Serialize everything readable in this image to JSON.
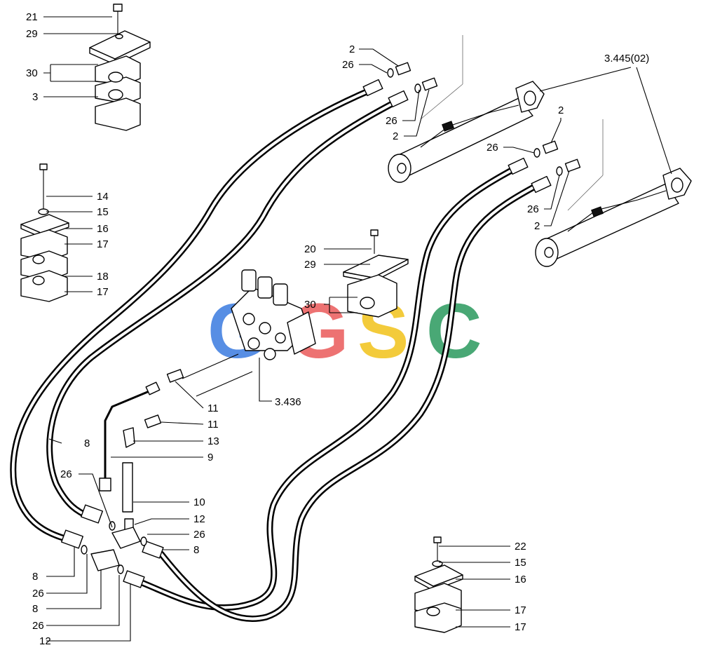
{
  "watermark": {
    "letters": [
      "G",
      "G",
      "S",
      "C"
    ],
    "colors": [
      "#3a7be0",
      "#ea5a5a",
      "#f2c21a",
      "#2a9a5e"
    ]
  },
  "callouts": {
    "clamp_top": [
      "21",
      "29",
      "30",
      "3"
    ],
    "clamp_left": [
      "14",
      "15",
      "16",
      "17",
      "18",
      "17"
    ],
    "clamp_right": [
      "22",
      "15",
      "16",
      "17",
      "17"
    ],
    "clamp_center": [
      "20",
      "29",
      "30"
    ],
    "cylinder_upper": [
      "2",
      "26",
      "26",
      "2"
    ],
    "cylinder_lower": [
      "2",
      "26",
      "26",
      "2"
    ],
    "cylinder_ref": "3.445(02)",
    "valve_ref": "3.436",
    "fittings": [
      "11",
      "11",
      "13",
      "9",
      "10",
      "12",
      "26",
      "8",
      "8",
      "26",
      "8",
      "26",
      "12",
      "26",
      "8"
    ]
  }
}
